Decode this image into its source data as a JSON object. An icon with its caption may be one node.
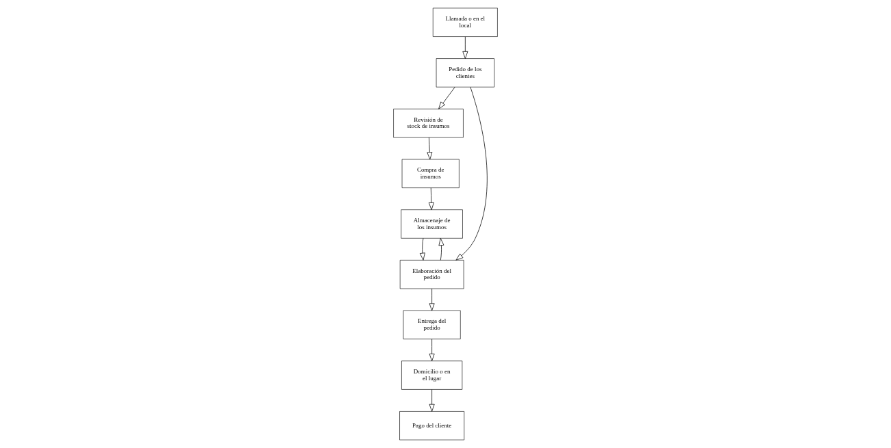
{
  "diagram": {
    "nodes": [
      {
        "text": [
          "Llamada o en el local"
        ]
      },
      {
        "text": [
          "Pago del cliente"
        ]
      },
      {
        "text": [
          "Revisión de stock de insumos"
        ]
      },
      {
        "text": [
          "Pedido de los clientes"
        ]
      },
      {
        "text": [
          "Domicilio o en el lugar"
        ]
      },
      {
        "text": [
          "Compra de insumos"
        ]
      },
      {
        "text": [
          "Almacenaje de los insumos"
        ]
      },
      {
        "text": [
          "Elaboración del pedido"
        ]
      },
      {
        "text": [
          "Entrega del pedido"
        ]
      }
    ],
    "edges": [
      {
        "from": 0,
        "to": 3,
        "arrow": "to"
      },
      {
        "from": 3,
        "to": 2,
        "arrow": "to"
      },
      {
        "from": 2,
        "to": 5,
        "arrow": "to"
      },
      {
        "from": 3,
        "to": 7,
        "arrow": "to"
      },
      {
        "from": 5,
        "to": 6,
        "arrow": "to"
      },
      {
        "from": 7,
        "to": 6,
        "arrow": "to"
      },
      {
        "from": 6,
        "to": 7,
        "arrow": "to"
      },
      {
        "from": 7,
        "to": 8,
        "arrow": "to"
      },
      {
        "from": 8,
        "to": 4,
        "arrow": "to"
      },
      {
        "from": 4,
        "to": 1,
        "arrow": "to"
      }
    ]
  }
}
